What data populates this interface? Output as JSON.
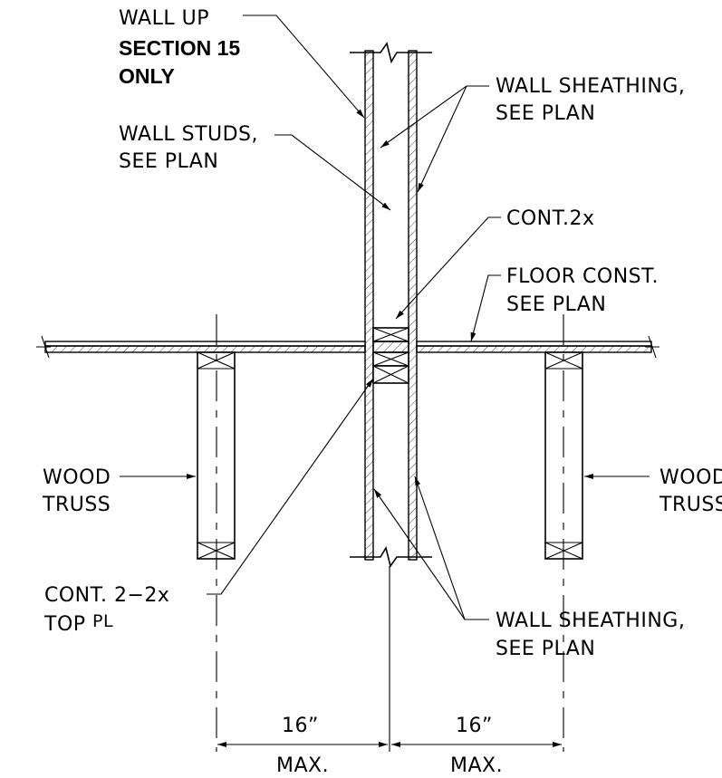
{
  "labels": {
    "wall_up": "WALL UP",
    "section": "SECTION 15",
    "only": "ONLY",
    "wall_studs_1": "WALL STUDS,",
    "wall_studs_2": "SEE PLAN",
    "sheathing_top_1": "WALL SHEATHING,",
    "sheathing_top_2": "SEE PLAN",
    "cont_2x": "CONT.2x",
    "floor_1": "FLOOR CONST.",
    "floor_2": "SEE PLAN",
    "wood_left_1": "WOOD",
    "wood_left_2": "TRUSS",
    "wood_right_1": "WOOD",
    "wood_right_2": "TRUSS",
    "top_pl_1": "CONT. 2−2x",
    "top_pl_2": "TOP",
    "top_pl_symbol": "PL",
    "sheathing_bot_1": "WALL SHEATHING,",
    "sheathing_bot_2": "SEE PLAN"
  },
  "dimensions": {
    "left_value": "16”",
    "left_note": "MAX.",
    "right_value": "16”",
    "right_note": "MAX."
  }
}
